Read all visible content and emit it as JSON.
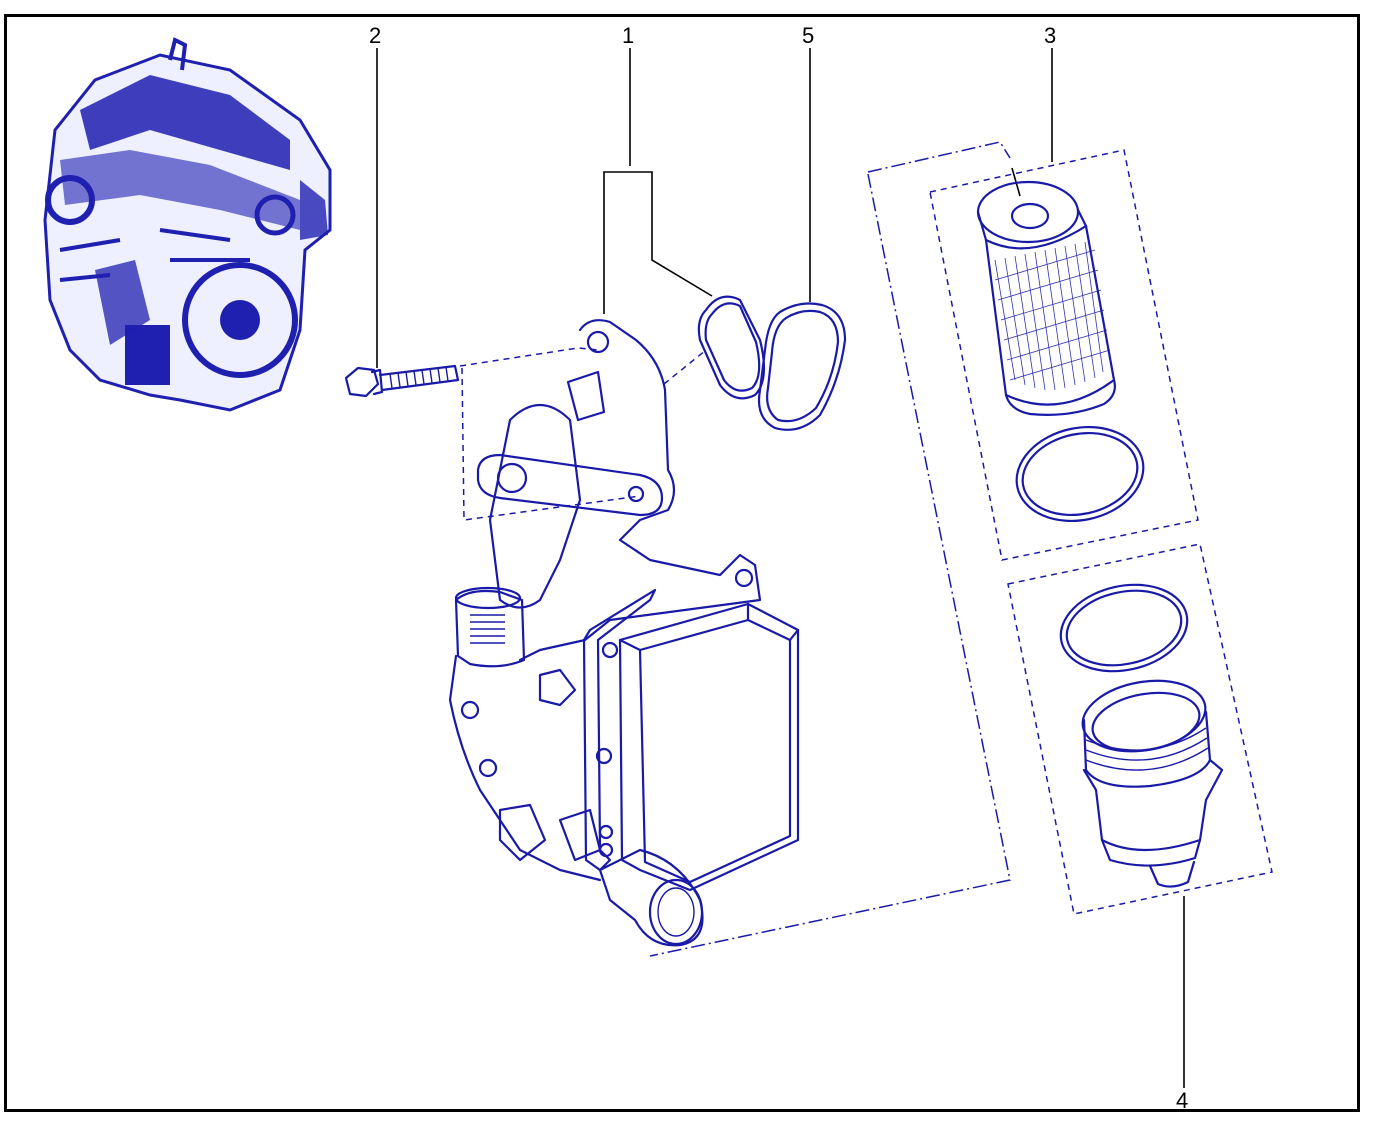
{
  "diagram": {
    "callouts": [
      {
        "id": "1",
        "label": "1"
      },
      {
        "id": "2",
        "label": "2"
      },
      {
        "id": "3",
        "label": "3"
      },
      {
        "id": "4",
        "label": "4"
      },
      {
        "id": "5",
        "label": "5"
      }
    ],
    "colors": {
      "line": "#1a1aa8",
      "engine_fill": "#1f1fb0",
      "leader": "#000000",
      "frame": "#000000"
    }
  }
}
